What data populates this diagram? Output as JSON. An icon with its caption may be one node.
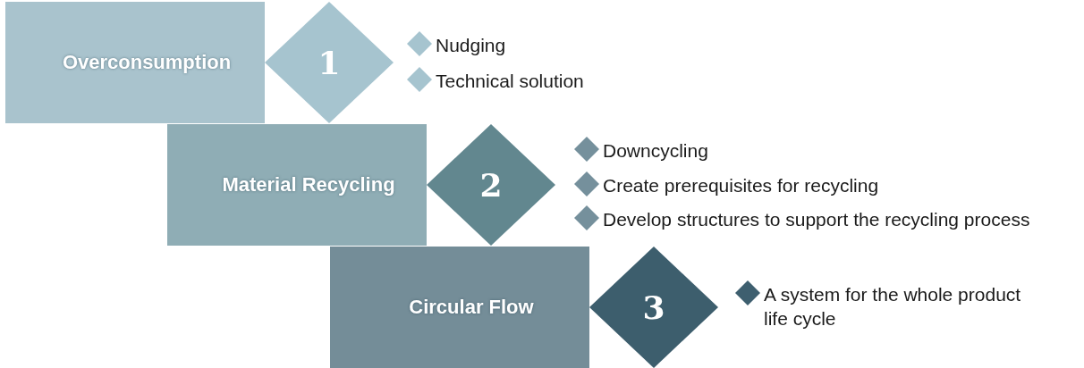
{
  "diagram": {
    "nodes": [
      {
        "text": [
          "Overconsumption"
        ]
      },
      {
        "text": [
          "1"
        ]
      },
      {
        "text": [
          "Material Recycling"
        ]
      },
      {
        "text": [
          "2"
        ]
      },
      {
        "text": [
          "Circular Flow"
        ]
      },
      {
        "text": [
          "3"
        ]
      }
    ],
    "labels": [
      "Nudging",
      "Technical solution",
      "Downcycling",
      "Create prerequisites for recycling",
      "Develop structures to support the recycling process",
      "A system for the whole product life cycle"
    ]
  }
}
